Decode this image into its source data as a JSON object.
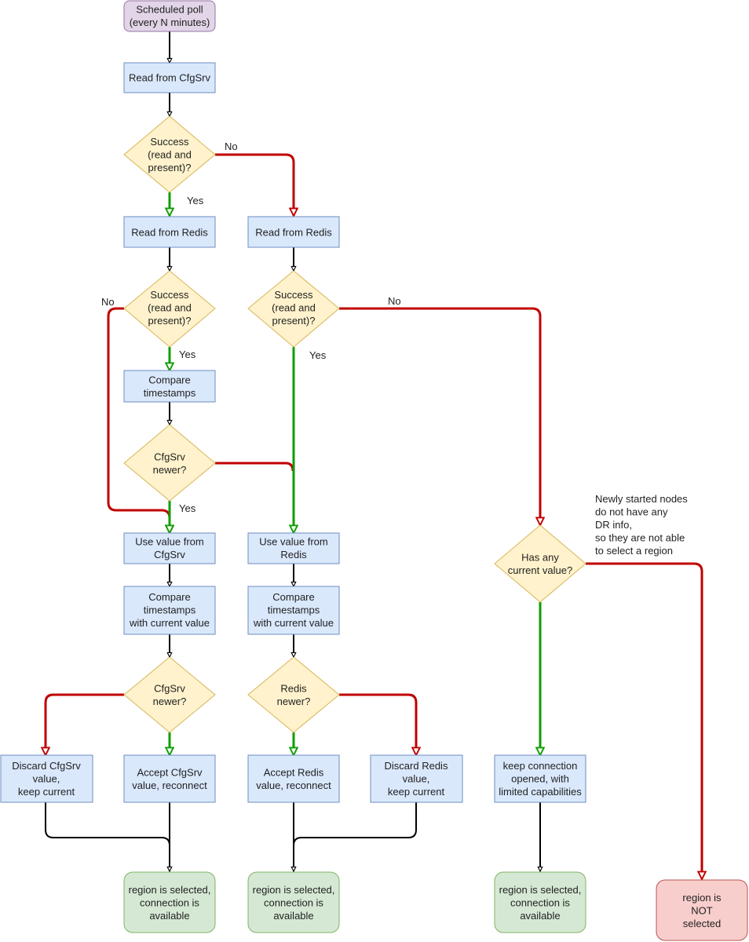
{
  "nodes": [
    {
      "id": "start",
      "lines": [
        "Scheduled poll",
        "(every N minutes)"
      ]
    },
    {
      "id": "read_cfgsrv",
      "lines": [
        "Read from CfgSrv"
      ]
    },
    {
      "id": "dec_cfg_success",
      "lines": [
        "Success",
        "(read and",
        "present)?"
      ]
    },
    {
      "id": "read_redis_left",
      "lines": [
        "Read from Redis"
      ]
    },
    {
      "id": "read_redis_right",
      "lines": [
        "Read from Redis"
      ]
    },
    {
      "id": "dec_redis_success_left",
      "lines": [
        "Success",
        "(read and",
        "present)?"
      ]
    },
    {
      "id": "dec_redis_success_right",
      "lines": [
        "Success",
        "(read and",
        "present)?"
      ]
    },
    {
      "id": "compare_ts",
      "lines": [
        "Compare",
        "timestamps"
      ]
    },
    {
      "id": "dec_cfg_newer",
      "lines": [
        "CfgSrv",
        "newer?"
      ]
    },
    {
      "id": "use_cfgsrv",
      "lines": [
        "Use value from",
        "CfgSrv"
      ]
    },
    {
      "id": "use_redis",
      "lines": [
        "Use value from",
        "Redis"
      ]
    },
    {
      "id": "compare_cur_left",
      "lines": [
        "Compare",
        "timestamps",
        "with current value"
      ]
    },
    {
      "id": "compare_cur_right",
      "lines": [
        "Compare",
        "timestamps",
        "with current value"
      ]
    },
    {
      "id": "dec_cfg_newer2",
      "lines": [
        "CfgSrv",
        "newer?"
      ]
    },
    {
      "id": "dec_redis_newer",
      "lines": [
        "Redis",
        "newer?"
      ]
    },
    {
      "id": "discard_cfgsrv",
      "lines": [
        "Discard CfgSrv",
        "value,",
        "keep current"
      ]
    },
    {
      "id": "accept_cfgsrv",
      "lines": [
        "Accept CfgSrv",
        "value, reconnect"
      ]
    },
    {
      "id": "accept_redis",
      "lines": [
        "Accept Redis",
        "value, reconnect"
      ]
    },
    {
      "id": "discard_redis",
      "lines": [
        "Discard Redis",
        "value,",
        "keep current"
      ]
    },
    {
      "id": "dec_has_current",
      "lines": [
        "Has any",
        "current value?"
      ]
    },
    {
      "id": "keep_connection",
      "lines": [
        "keep connection",
        "opened, with",
        "limited capabilities"
      ]
    },
    {
      "id": "end1",
      "lines": [
        "region is selected,",
        "connection is",
        "available"
      ]
    },
    {
      "id": "end2",
      "lines": [
        "region is selected,",
        "connection is",
        "available"
      ]
    },
    {
      "id": "end3",
      "lines": [
        "region is selected,",
        "connection is",
        "available"
      ]
    },
    {
      "id": "end_not",
      "lines": [
        "region is",
        "NOT",
        "selected"
      ]
    }
  ],
  "edge_labels": [
    {
      "id": "lbl_no_1",
      "text": "No"
    },
    {
      "id": "lbl_yes_1",
      "text": "Yes"
    },
    {
      "id": "lbl_no_2",
      "text": "No"
    },
    {
      "id": "lbl_yes_2",
      "text": "Yes"
    },
    {
      "id": "lbl_no_3",
      "text": "No"
    },
    {
      "id": "lbl_yes_3",
      "text": "Yes"
    },
    {
      "id": "lbl_yes_4",
      "text": "Yes"
    }
  ],
  "annotation": {
    "lines": [
      "Newly started nodes",
      "do not have any",
      "DR info,",
      "so they are not able",
      "to select a region"
    ]
  },
  "colors": {
    "start_fill": "#e1d5e7",
    "start_stroke": "#9673a6",
    "process_fill": "#dae8fc",
    "process_stroke": "#6c8ebf",
    "decision_fill": "#fff2cc",
    "decision_stroke": "#d6b656",
    "end_fill": "#d5e8d4",
    "end_stroke": "#82b366",
    "end_not_fill": "#f8cecc",
    "end_not_stroke": "#b85450",
    "edge_no": "#c00000",
    "edge_yes": "#0e9e00",
    "edge_default": "#000000"
  }
}
